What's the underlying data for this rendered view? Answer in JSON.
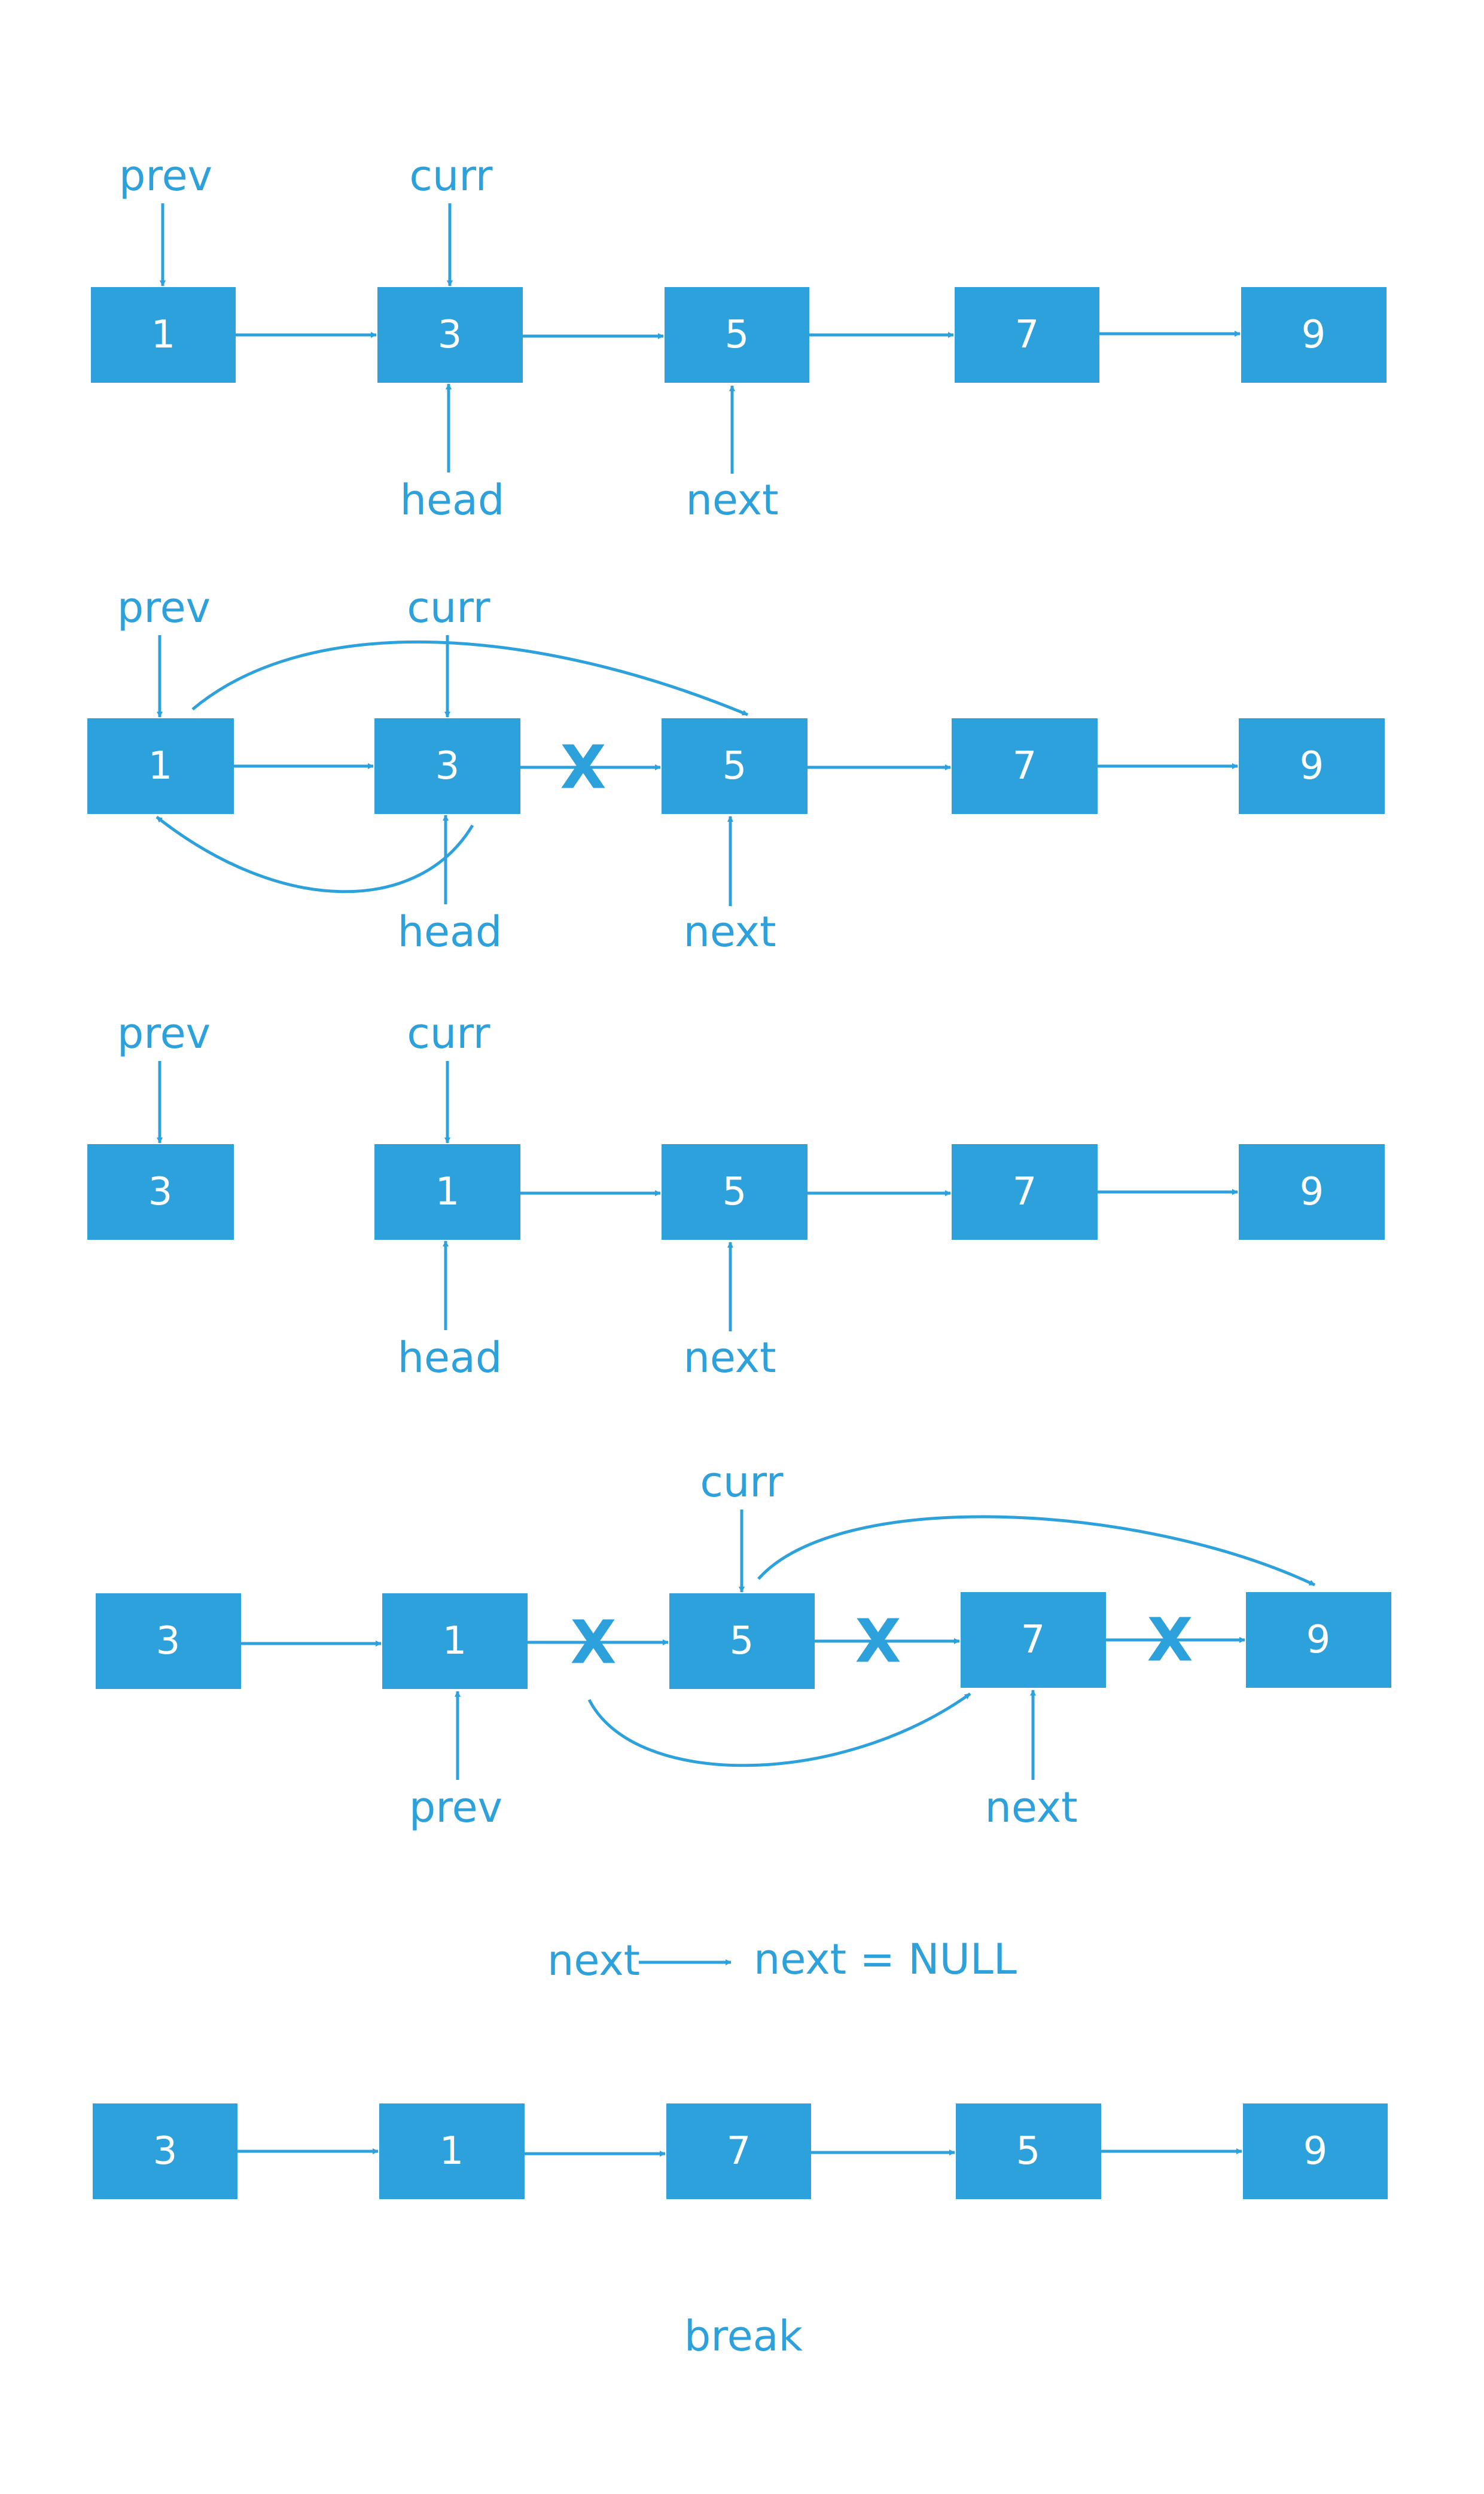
{
  "colors": {
    "node": "#2ca1dc",
    "text_on_node": "#ffffff",
    "accent": "#2ca1dc"
  },
  "steps": [
    {
      "nodes": [
        "1",
        "3",
        "5",
        "7",
        "9"
      ],
      "pointers": {
        "prev": "prev",
        "curr": "curr",
        "head": "head",
        "next": "next"
      }
    },
    {
      "nodes": [
        "1",
        "3",
        "5",
        "7",
        "9"
      ],
      "pointers": {
        "prev": "prev",
        "curr": "curr",
        "head": "head",
        "next": "next"
      },
      "broken_link": "X"
    },
    {
      "nodes": [
        "3",
        "1",
        "5",
        "7",
        "9"
      ],
      "pointers": {
        "prev": "prev",
        "curr": "curr",
        "head": "head",
        "next": "next"
      }
    },
    {
      "nodes": [
        "3",
        "1",
        "5",
        "7",
        "9"
      ],
      "pointers": {
        "curr": "curr",
        "prev": "prev",
        "next": "next"
      },
      "broken_links": [
        "X",
        "X",
        "X"
      ]
    }
  ],
  "caption": {
    "from": "next",
    "to": "next = NULL"
  },
  "final": {
    "nodes": [
      "3",
      "1",
      "7",
      "5",
      "9"
    ]
  },
  "footer": "break"
}
